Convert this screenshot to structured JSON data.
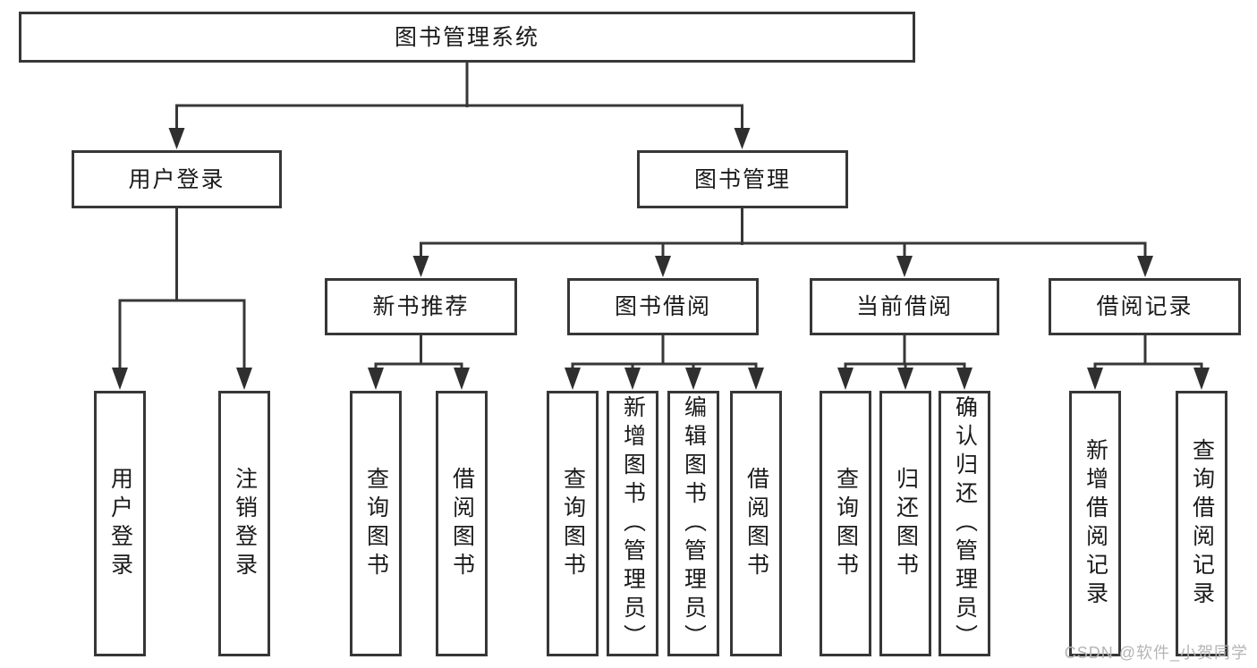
{
  "diagram": {
    "root": {
      "label": "图书管理系统"
    },
    "branches": [
      {
        "label": "用户登录",
        "children": [
          {
            "label": "用户登录"
          },
          {
            "label": "注销登录"
          }
        ]
      },
      {
        "label": "图书管理",
        "children": [
          {
            "label": "新书推荐",
            "children": [
              {
                "label": "查询图书"
              },
              {
                "label": "借阅图书"
              }
            ]
          },
          {
            "label": "图书借阅",
            "children": [
              {
                "label": "查询图书"
              },
              {
                "label": "新增图书（管理员）"
              },
              {
                "label": "编辑图书（管理员）"
              },
              {
                "label": "借阅图书"
              }
            ]
          },
          {
            "label": "当前借阅",
            "children": [
              {
                "label": "查询图书"
              },
              {
                "label": "归还图书"
              },
              {
                "label": "确认归还（管理员）"
              }
            ]
          },
          {
            "label": "借阅记录",
            "children": [
              {
                "label": "新增借阅记录"
              },
              {
                "label": "查询借阅记录"
              }
            ]
          }
        ]
      }
    ]
  },
  "watermark": {
    "text": "CSDN @软件_小贺同学"
  },
  "colors": {
    "line": "#373737",
    "arrow": "#2f2f2f",
    "box_border": "#373737",
    "text": "#1a1a1a",
    "watermark": "#b5b5b5",
    "background": "#ffffff"
  }
}
